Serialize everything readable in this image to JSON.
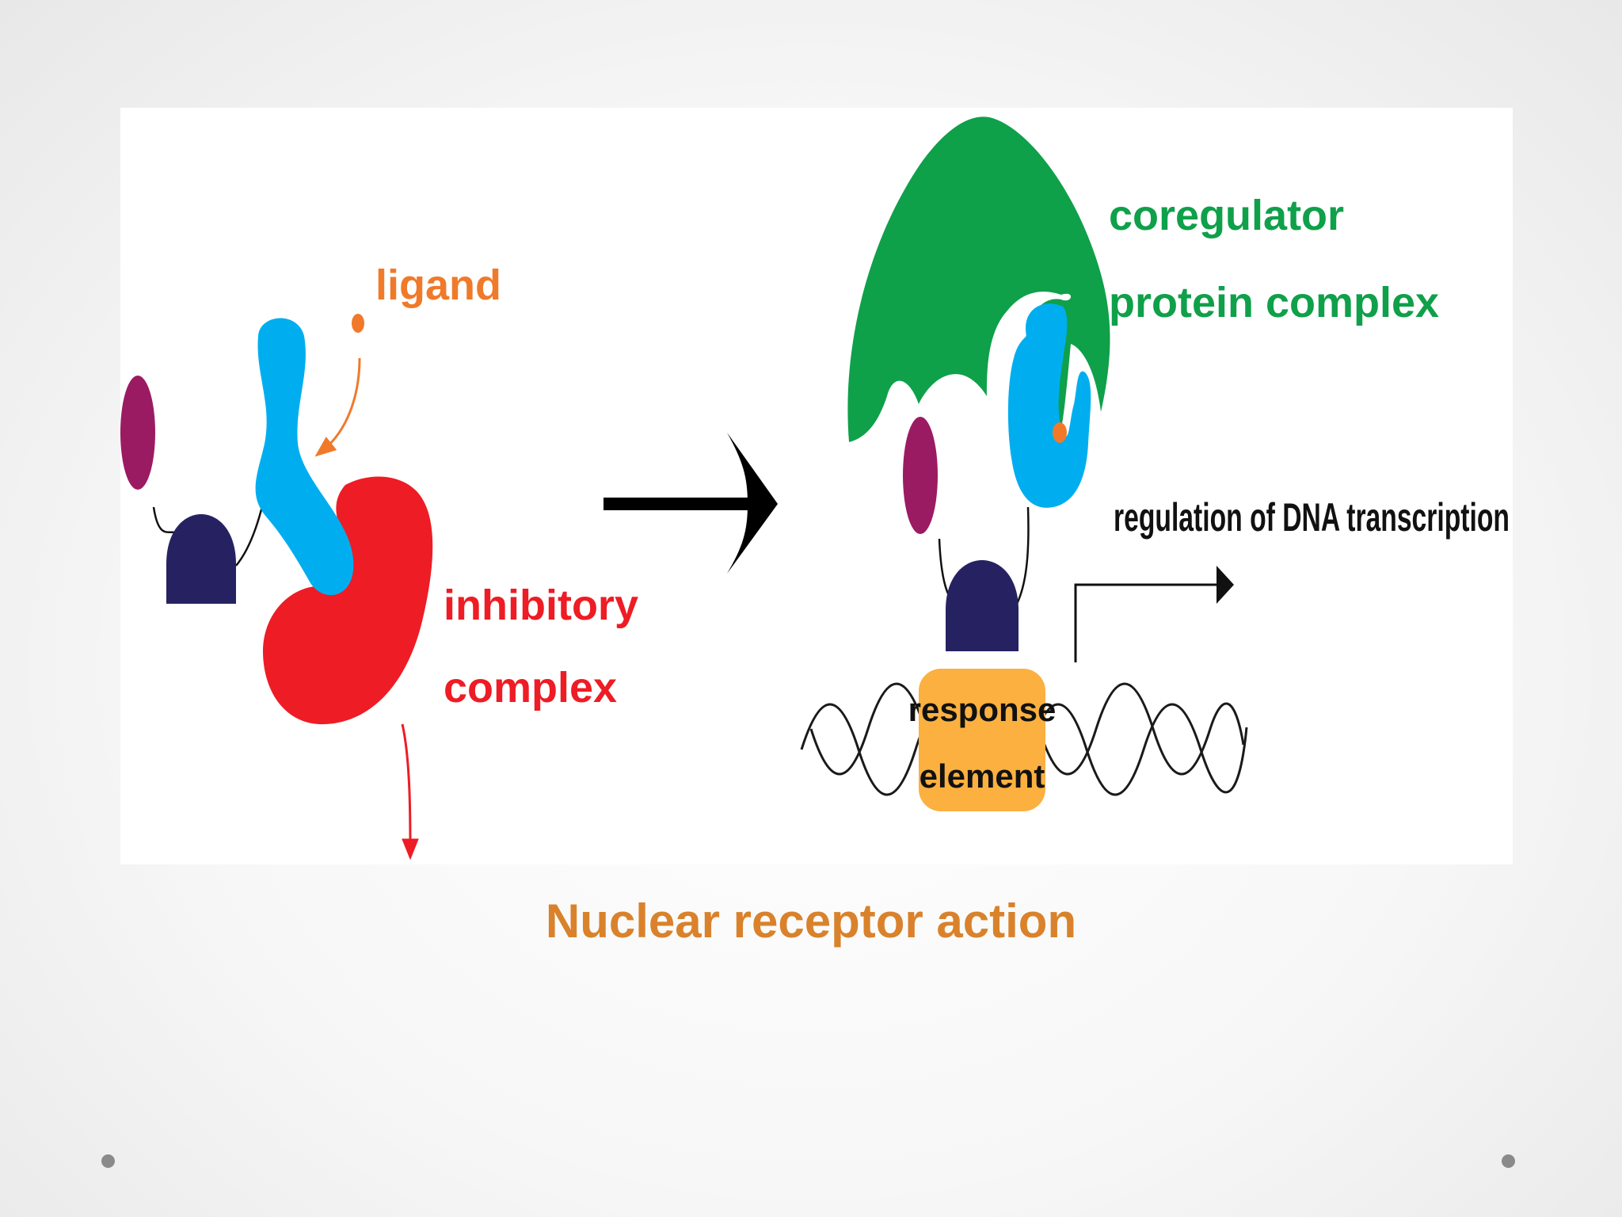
{
  "labels": {
    "ligand": "ligand",
    "inhibitory_line1": "inhibitory",
    "inhibitory_line2": "complex",
    "coregulator_line1": "coregulator",
    "coregulator_line2": "protein complex",
    "regulation": "regulation of DNA transcription",
    "response_line1": "response",
    "response_line2": "element"
  },
  "title": "Nuclear receptor action",
  "colors": {
    "ligand": "#f07a2a",
    "inhibitory": "#ee1c25",
    "coregulator": "#0fa04a",
    "receptor_blue": "#00aeef",
    "receptor_purple": "#9b1b63",
    "receptor_navy": "#262262",
    "response_element": "#fbb040",
    "title": "#d9822b"
  }
}
